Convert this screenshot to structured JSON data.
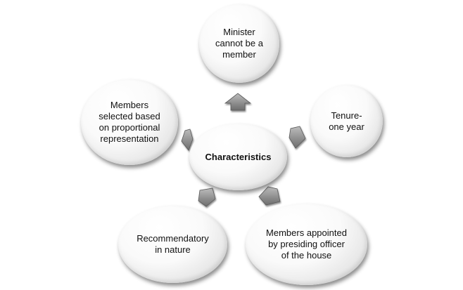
{
  "diagram": {
    "center": {
      "label": "Characteristics"
    },
    "nodes": [
      {
        "id": "minister",
        "label": "Minister\ncannot be a\nmember"
      },
      {
        "id": "tenure",
        "label": "Tenure-\none year"
      },
      {
        "id": "appointed",
        "label": "Members appointed\nby presiding officer\nof the house"
      },
      {
        "id": "recommendatory",
        "label": "Recommendatory\nin nature"
      },
      {
        "id": "proportional",
        "label": "Members\nselected based\non proportional\nrepresentation"
      }
    ],
    "colors": {
      "arrow_fill": "#8c8c8c",
      "arrow_stroke": "#5a5a5a",
      "node_edge": "#cfcfcf"
    }
  }
}
